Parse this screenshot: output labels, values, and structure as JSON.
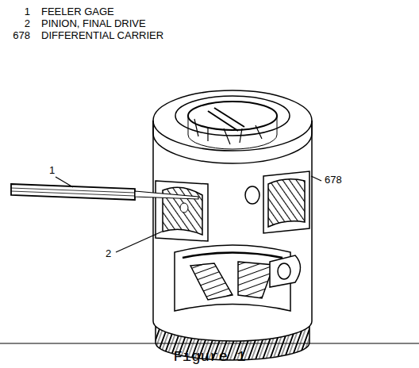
{
  "diagram": {
    "caption": "Figure 1",
    "labels": [
      "1",
      "FEELER GAGE",
      "2",
      "PINION, FINAL DRIVE",
      "678",
      "DIFFERENTIAL CARRIER",
      "1",
      "2",
      "678"
    ]
  }
}
